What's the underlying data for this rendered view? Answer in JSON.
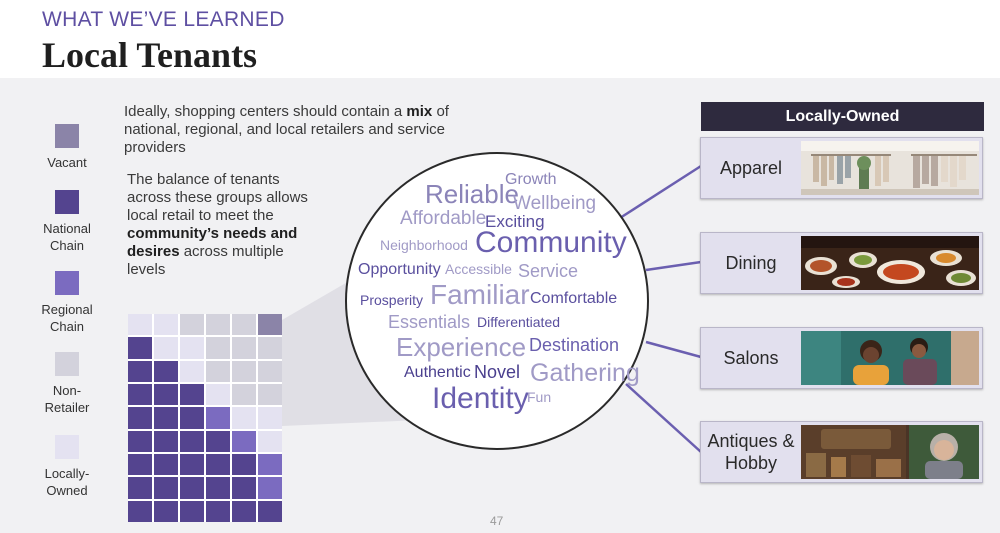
{
  "header": {
    "kicker": "WHAT WE’VE LEARNED",
    "title": "Local Tenants"
  },
  "intro_text": {
    "part1": "Ideally, shopping centers should contain a ",
    "bold": "mix",
    "part2": " of national, regional, and local retailers and service providers"
  },
  "balance_text": {
    "part1": "The balance of tenants across these groups allows local retail to meet the ",
    "bold": "community’s needs and desires",
    "part2": " across multiple levels"
  },
  "legend": [
    {
      "label": "Vacant",
      "color": "#8b84a8"
    },
    {
      "label": "National Chain",
      "color": "#54448f"
    },
    {
      "label": "Regional Chain",
      "color": "#7b6bc0"
    },
    {
      "label": "Non-Retailer",
      "color": "#d3d2dc"
    },
    {
      "label": "Locally-Owned",
      "color": "#e4e2f1"
    }
  ],
  "tenant_grid": [
    [
      "L",
      "L",
      "N",
      "N",
      "N",
      "V"
    ],
    [
      "C",
      "L",
      "L",
      "N",
      "N",
      "N"
    ],
    [
      "C",
      "C",
      "L",
      "N",
      "N",
      "N"
    ],
    [
      "C",
      "C",
      "C",
      "L",
      "N",
      "N"
    ],
    [
      "C",
      "C",
      "C",
      "R",
      "L",
      "L"
    ],
    [
      "C",
      "C",
      "C",
      "C",
      "R",
      "L"
    ],
    [
      "C",
      "C",
      "C",
      "C",
      "C",
      "R"
    ],
    [
      "C",
      "C",
      "C",
      "C",
      "C",
      "R"
    ],
    [
      "C",
      "C",
      "C",
      "C",
      "C",
      "C"
    ]
  ],
  "word_cloud": [
    {
      "text": "Reliable",
      "color": "#8b84b8"
    },
    {
      "text": "Growth",
      "color": "#8b84b8"
    },
    {
      "text": "Wellbeing",
      "color": "#a09ac6"
    },
    {
      "text": "Affordable",
      "color": "#a09ac6"
    },
    {
      "text": "Exciting",
      "color": "#5a4f9e"
    },
    {
      "text": "Neighborhood",
      "color": "#a09ac6"
    },
    {
      "text": "Community",
      "color": "#6a5fae"
    },
    {
      "text": "Opportunity",
      "color": "#5a4f9e"
    },
    {
      "text": "Accessible",
      "color": "#a09ac6"
    },
    {
      "text": "Service",
      "color": "#a09ac6"
    },
    {
      "text": "Prosperity",
      "color": "#5a4f9e"
    },
    {
      "text": "Familiar",
      "color": "#a09ac6"
    },
    {
      "text": "Comfortable",
      "color": "#5a4f9e"
    },
    {
      "text": "Essentials",
      "color": "#a09ac6"
    },
    {
      "text": "Differentiated",
      "color": "#5a4f9e"
    },
    {
      "text": "Experience",
      "color": "#a09ac6"
    },
    {
      "text": "Destination",
      "color": "#6a5fae"
    },
    {
      "text": "Authentic",
      "color": "#4a3f8e"
    },
    {
      "text": "Novel",
      "color": "#4a3f8e"
    },
    {
      "text": "Gathering",
      "color": "#a09ac6"
    },
    {
      "text": "Identity",
      "color": "#6a5fae"
    },
    {
      "text": "Fun",
      "color": "#a09ac6"
    }
  ],
  "locally_owned": {
    "header": "Locally-Owned",
    "categories": [
      {
        "label": "Apparel",
        "photo": "clothing-boutique-photo"
      },
      {
        "label": "Dining",
        "photo": "dining-table-photo"
      },
      {
        "label": "Salons",
        "photo": "salon-stylist-photo"
      },
      {
        "label": "Antiques & Hobby",
        "photo": "antiques-shop-photo"
      }
    ]
  },
  "page_number": "47",
  "colors": {
    "accent": "#5e4fa2",
    "dark_header": "#2e2a3e",
    "panel_bg": "#f1f1f3",
    "connector": "#6b5fb0"
  }
}
